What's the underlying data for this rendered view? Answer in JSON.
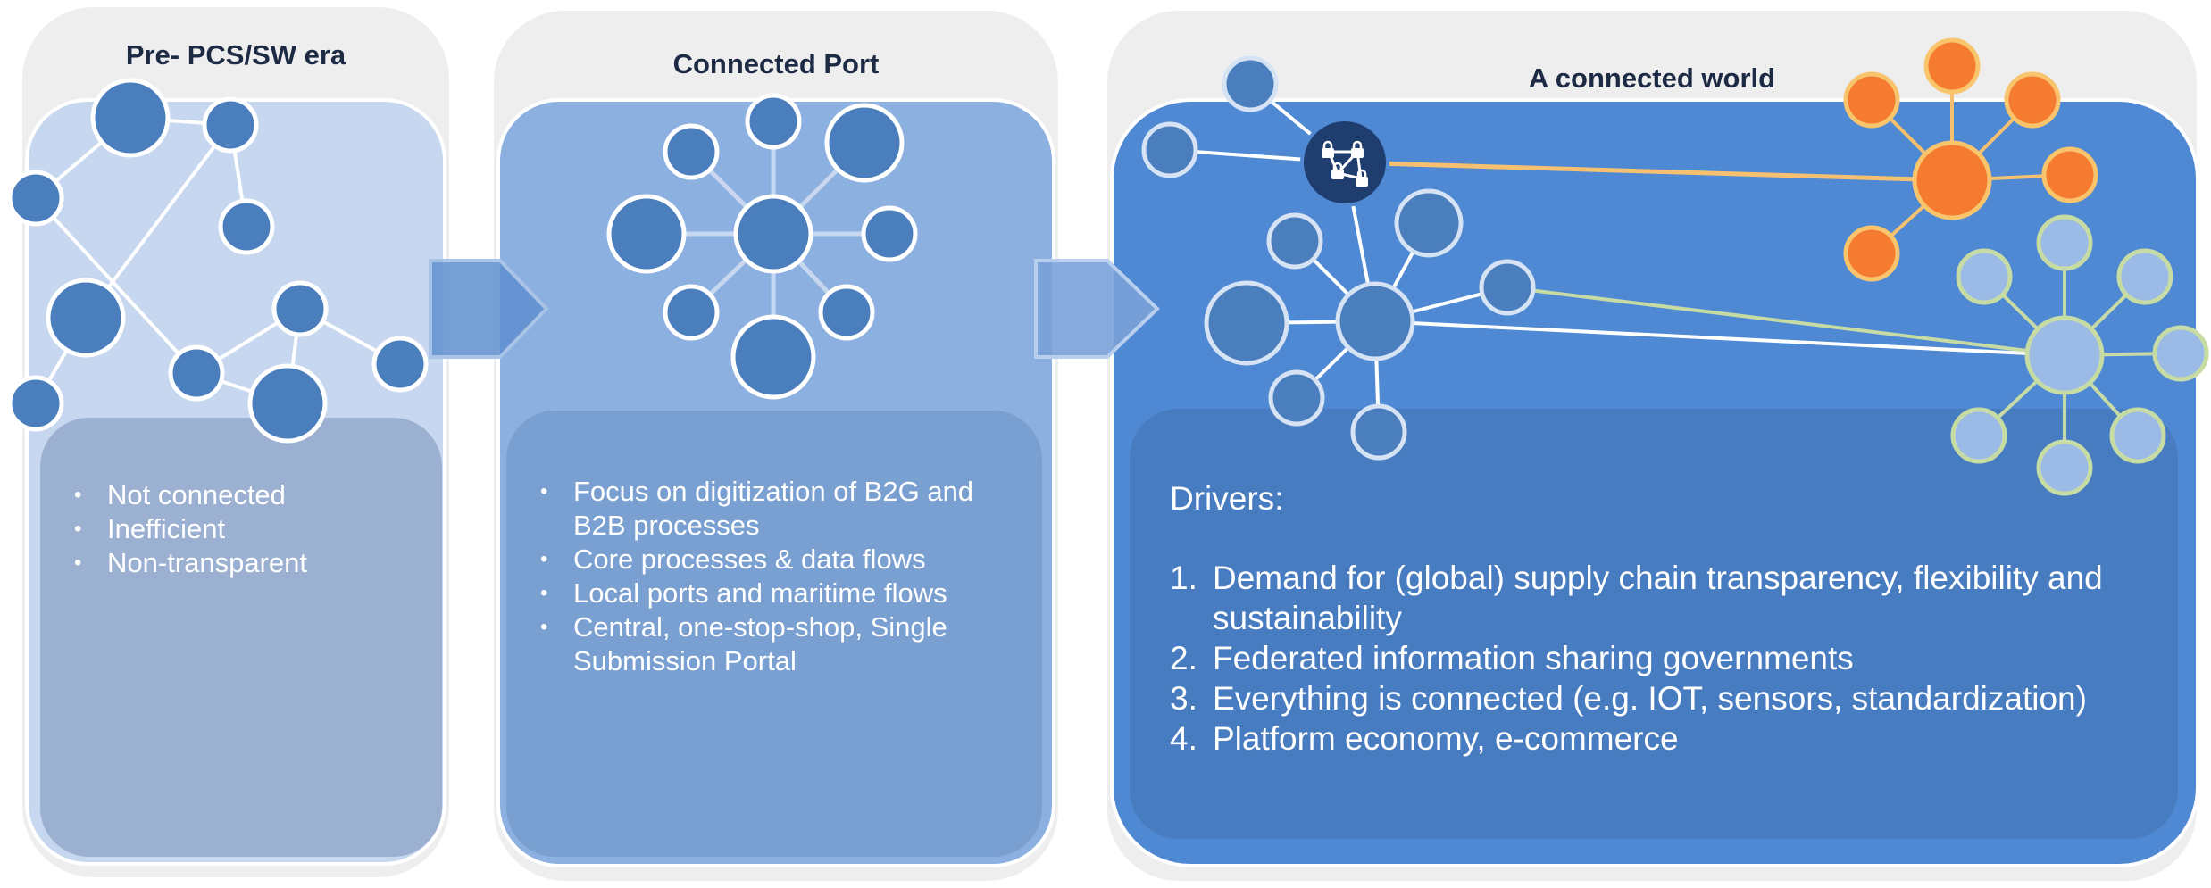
{
  "colors": {
    "panel_gray": "#eeeeef",
    "panel1_fill": "#c6d7ef",
    "panel2_fill": "#8cb0e0",
    "panel3_fill": "#4f89d4",
    "node_dark_blue": "#4a7ebd",
    "node_orange": "#f47b30",
    "node_light_green_stroke": "#c6dca4",
    "node_light_blue": "#8fb3e2",
    "title_text": "#1d2a44",
    "white": "#ffffff"
  },
  "panels": [
    {
      "title": "Pre- PCS/SW era",
      "bullets": [
        "Not connected",
        "Inefficient",
        "Non-transparent"
      ]
    },
    {
      "title": "Connected Port",
      "bullets": [
        "Focus on digitization of B2G and B2B processes",
        "Core processes & data flows",
        "Local ports and maritime flows",
        "Central, one-stop-shop, Single Submission Portal"
      ]
    },
    {
      "title": "A connected world",
      "drivers_heading": "Drivers:",
      "drivers": [
        {
          "num": "1.",
          "text": "Demand for (global) supply chain transparency, flexibility and sustainability"
        },
        {
          "num": "2.",
          "text": "Federated information sharing governments"
        },
        {
          "num": "3.",
          "text": "Everything is connected (e.g. IOT, sensors, standardization)"
        },
        {
          "num": "4.",
          "text": "Platform economy, e-commerce"
        }
      ]
    }
  ],
  "icons": {
    "hub": "network-lock-icon",
    "arrow": "chevron-arrow-icon"
  }
}
